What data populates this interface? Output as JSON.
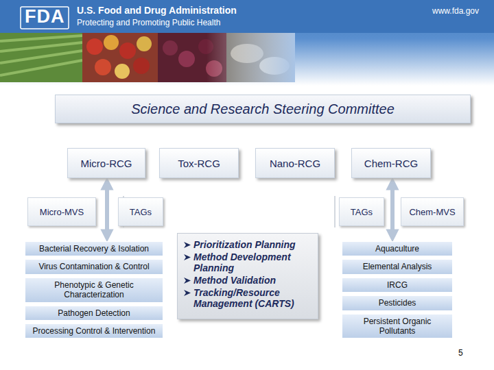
{
  "diagram": {
    "nodes": [
      {
        "text": [
          "Science and Research Steering Committee"
        ]
      },
      {
        "text": [
          "Micro-RCG"
        ]
      },
      {
        "text": [
          "Tox-RCG"
        ]
      },
      {
        "text": [
          "Nano-RCG"
        ]
      },
      {
        "text": [
          "Chem-RCG"
        ]
      },
      {
        "text": [
          "Micro-MVS"
        ]
      },
      {
        "text": [
          "TAGs"
        ]
      },
      {
        "text": [
          "TAGs"
        ]
      },
      {
        "text": [
          "Chem-MVS"
        ]
      },
      {
        "text": [
          "Bacterial Recovery & Isolation"
        ]
      },
      {
        "text": [
          "Virus Contamination & Control"
        ]
      },
      {
        "text": [
          "Phenotypic & Genetic Characterization"
        ]
      },
      {
        "text": [
          "Pathogen Detection"
        ]
      },
      {
        "text": [
          "Processing Control & Intervention"
        ]
      },
      {
        "text": [
          "Prioritization Planning",
          "Method Development Planning",
          "Method Validation",
          "Tracking/Resource Management (CARTS)"
        ]
      },
      {
        "text": [
          "Aquaculture"
        ]
      },
      {
        "text": [
          "Elemental Analysis"
        ]
      },
      {
        "text": [
          "IRCG"
        ]
      },
      {
        "text": [
          "Pesticides"
        ]
      },
      {
        "text": [
          "Persistent Organic Pollutants"
        ]
      }
    ],
    "edges": [
      {
        "from": 1,
        "to": 9,
        "arrow": "both"
      },
      {
        "from": 4,
        "to": 15,
        "arrow": "both"
      }
    ],
    "labels": [
      "FDA",
      "U.S. Food and Drug Administration",
      "Protecting and Promoting Public Health",
      "www.fda.gov",
      "5"
    ]
  }
}
